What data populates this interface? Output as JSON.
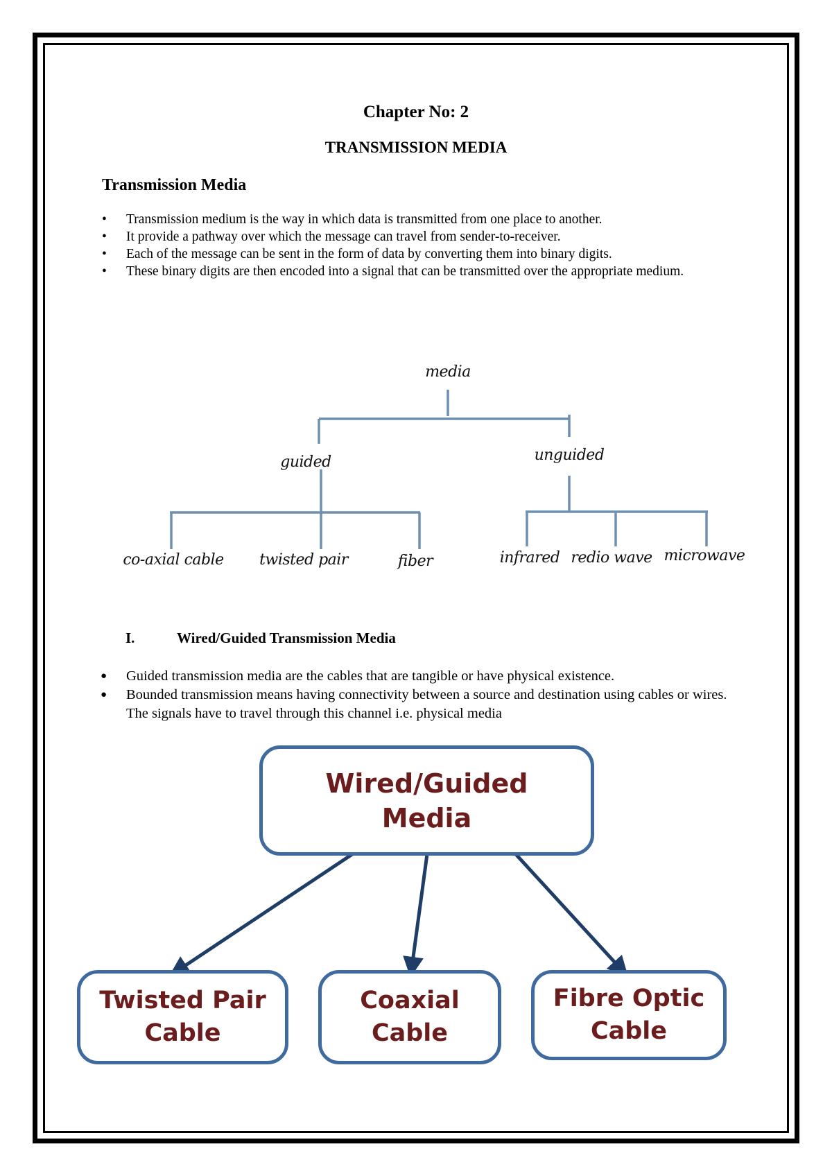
{
  "header": {
    "chapter": "Chapter No: 2",
    "title": "TRANSMISSION MEDIA"
  },
  "section": {
    "heading": "Transmission Media",
    "bullets": [
      "Transmission medium is the way in which data is transmitted from one place to another.",
      "It provide a pathway over which the message can travel from sender-to-receiver.",
      "Each of the message can be sent in the form of data by converting them into binary digits.",
      "These binary digits are then encoded into a signal that can be transmitted over the appropriate medium."
    ]
  },
  "tree": {
    "root": "media",
    "guided": "guided",
    "unguided": "unguided",
    "guided_children": [
      "co-axial cable",
      "twisted pair",
      "fiber"
    ],
    "unguided_children": [
      "infrared",
      "redio wave",
      "microwave"
    ],
    "line_color": "#6f8fb0"
  },
  "wired_section": {
    "number": "I.",
    "heading": "Wired/Guided Transmission Media",
    "bullets": [
      "Guided transmission media are the cables that are tangible or have physical existence.",
      "Bounded transmission means having connectivity between a source and destination using cables or wires. The signals have to travel through this channel i.e. physical media"
    ]
  },
  "flowchart": {
    "root": [
      "Wired/Guided",
      "Media"
    ],
    "children": [
      [
        "Twisted Pair",
        "Cable"
      ],
      [
        "Coaxial",
        "Cable"
      ],
      [
        "Fibre Optic",
        "Cable"
      ]
    ],
    "border_color": "#3e6aa0",
    "text_color": "#6b1d1d",
    "arrow_color": "#1f3d66"
  }
}
